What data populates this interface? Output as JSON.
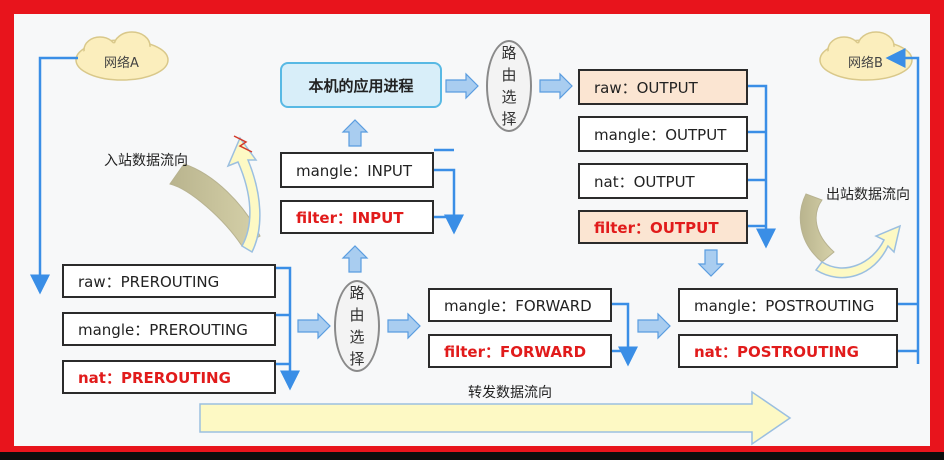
{
  "clouds": {
    "network_a": "网络A",
    "network_b": "网络B"
  },
  "flows": {
    "inbound": "入站数据流向",
    "outbound": "出站数据流向",
    "forward": "转发数据流向"
  },
  "routing": {
    "decision_top": "路由选择",
    "decision_bottom": "路由选择"
  },
  "app_process": "本机的应用进程",
  "prerouting": [
    {
      "label": "raw：PREROUTING"
    },
    {
      "label": "mangle：PREROUTING"
    },
    {
      "label": "nat：PREROUTING"
    }
  ],
  "input": [
    {
      "label": "mangle：INPUT"
    },
    {
      "label": "filter：INPUT"
    }
  ],
  "forward": [
    {
      "label": "mangle：FORWARD"
    },
    {
      "label": "filter：FORWARD"
    }
  ],
  "output": [
    {
      "label": "raw：OUTPUT"
    },
    {
      "label": "mangle：OUTPUT"
    },
    {
      "label": "nat：OUTPUT"
    },
    {
      "label": "filter：OUTPUT"
    }
  ],
  "postrouting": [
    {
      "label": "mangle：POSTROUTING"
    },
    {
      "label": "nat：POSTROUTING"
    }
  ],
  "colors": {
    "frame": "#e8141c",
    "line": "#3a8ee6",
    "highlight_text": "#e11b1b",
    "peach": "#fbe5d2",
    "cloud": "#fbeebd",
    "curved_arrow": "#fdf9c4"
  }
}
